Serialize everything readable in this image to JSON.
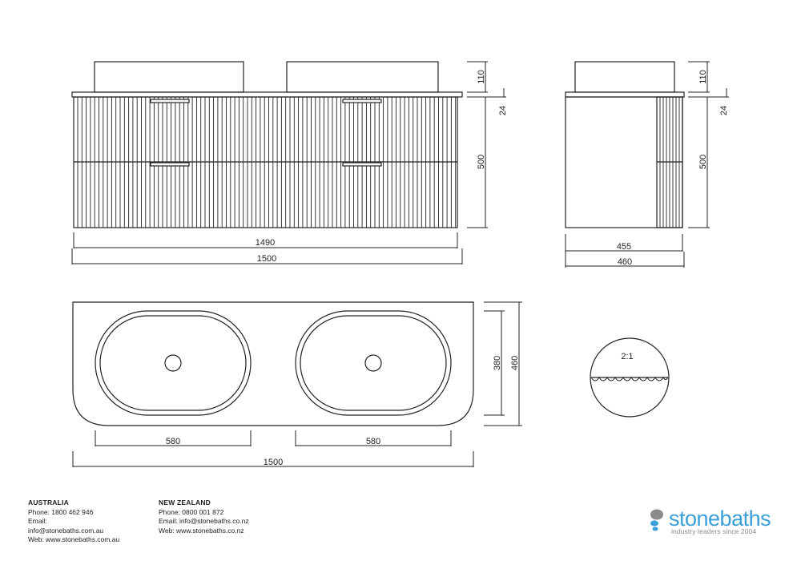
{
  "front_view": {
    "overall_width": "1490",
    "top_width": "1500",
    "basin_height": "110",
    "top_thickness": "24",
    "cabinet_height": "500"
  },
  "side_view": {
    "depth": "455",
    "top_depth": "460",
    "basin_height": "110",
    "top_thickness": "24",
    "cabinet_height": "500"
  },
  "plan_view": {
    "basin_left_width": "580",
    "basin_right_width": "580",
    "overall_width": "1500",
    "basin_depth": "380",
    "top_depth": "460"
  },
  "detail": {
    "scale": "2:1"
  },
  "footer": {
    "australia": {
      "heading": "AUSTRALIA",
      "phone": "Phone: 1800 462 946",
      "email_label": "Email:",
      "email": "info@stonebaths.com.au",
      "web": "Web: www.stonebaths.com.au"
    },
    "new_zealand": {
      "heading": "NEW ZEALAND",
      "phone": "Phone: 0800 001 872",
      "email": "Email: info@stonebaths.co.nz",
      "web": "Web: www.stonebaths.co.nz"
    }
  },
  "logo": {
    "wordmark": "stonebaths",
    "tagline": "industry leaders since 2004",
    "color": "#3b9fd8",
    "mark_color": "#8a8a8a"
  }
}
